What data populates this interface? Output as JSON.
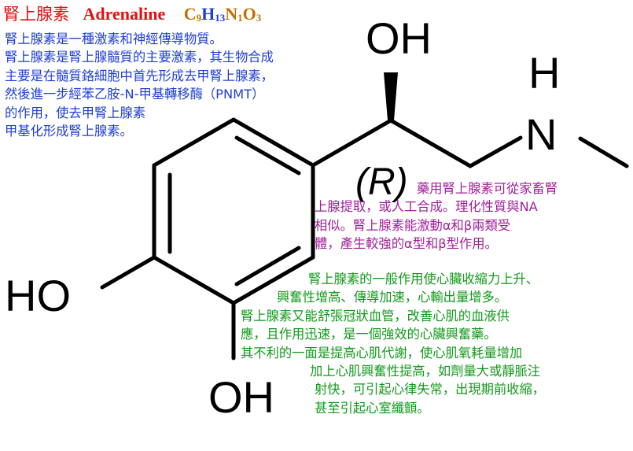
{
  "header": {
    "name_cn": "腎上腺素",
    "name_en": "Adrenaline",
    "formula": [
      {
        "el": "C",
        "n": "9",
        "color": "#c07000"
      },
      {
        "el": "H",
        "n": "13",
        "color": "#1f3ed6"
      },
      {
        "el": "N",
        "n": "1",
        "color": "#c07000"
      },
      {
        "el": "O",
        "n": "3",
        "color": "#c07000"
      }
    ]
  },
  "structure": {
    "atoms": {
      "oh_top": "OH",
      "nh_h": "H",
      "nh_n": "N",
      "ho_left": "HO",
      "oh_bottom": "OH"
    },
    "stereo_label": "(R)"
  },
  "text_blocks": {
    "definition": [
      "腎上腺素是一種激素和神經傳導物質。",
      "腎上腺素是腎上腺髓質的主要激素，其生物合成",
      "主要是在髓質鉻細胞中首先形成去甲腎上腺素，",
      "然後進一步經苯乙胺-N-甲基轉移酶（PNMT）",
      "的作用，使去甲腎上腺素",
      "甲基化形成腎上腺素。"
    ],
    "properties": [
      "藥用腎上腺素可從家畜腎",
      "上腺提取，或人工合成。理化性質與NA",
      "相似。腎上腺素能激動α和β兩類受",
      "體，產生較強的α型和β型作用。"
    ],
    "effects": [
      "腎上腺素的一般作用使心臟收縮力上升、",
      "興奮性增高、傳導加速，心輸出量增多。",
      "腎上腺素又能舒張冠狀血管，改善心肌的血液供",
      "應，且作用迅速，是一個強效的心臟興奮藥。",
      "其不利的一面是提高心肌代謝，使心肌氧耗量增加",
      "加上心肌興奮性提高，如劑量大或靜脈注",
      "射快，可引起心律失常，出現期前收縮，",
      "甚至引起心室纖顫。"
    ]
  },
  "colors": {
    "title_red": "#e01010",
    "definition_blue": "#1f3ed6",
    "properties_purple": "#a0209a",
    "effects_green": "#119a19",
    "formula_orange": "#c07000"
  }
}
